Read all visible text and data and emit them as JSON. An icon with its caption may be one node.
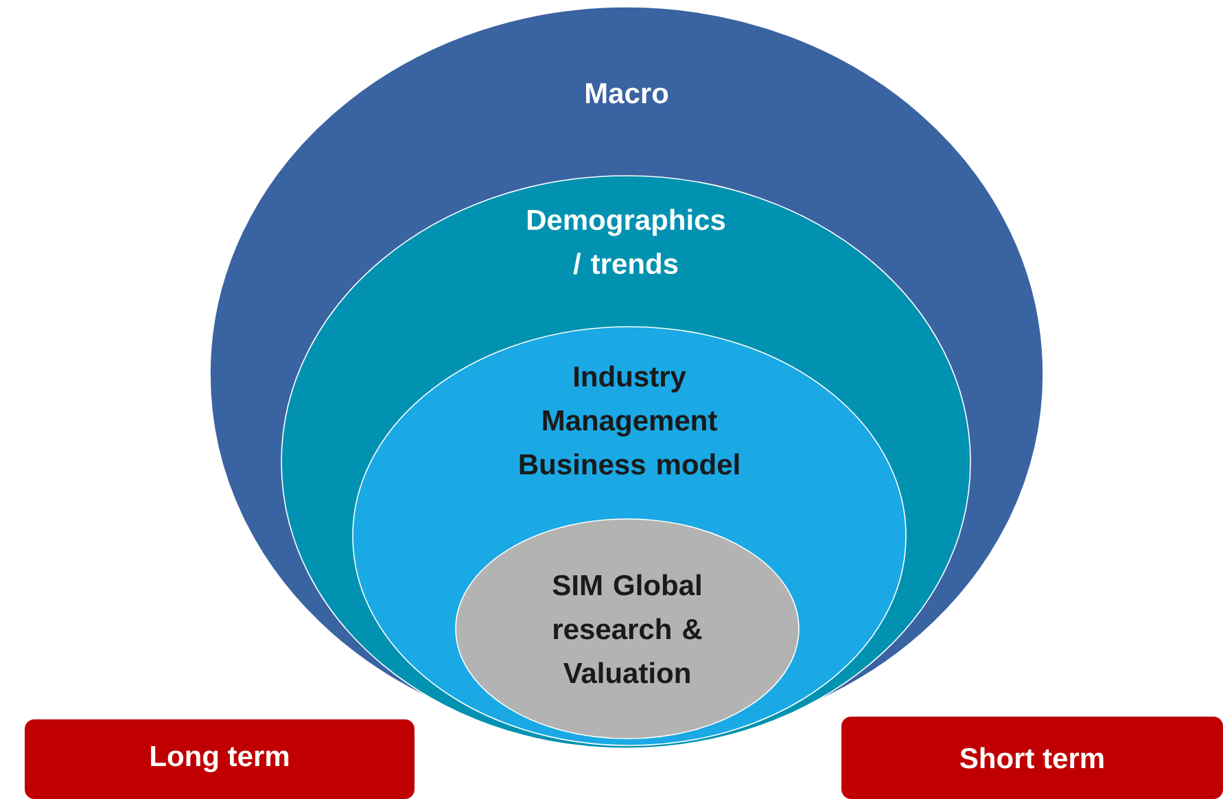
{
  "diagram": {
    "nodes": [
      {
        "text": [
          "Macro"
        ]
      },
      {
        "text": [
          "Demographics / trends"
        ],
        "in": 0
      },
      {
        "text": [
          "Industry Management Business model"
        ],
        "in": 1
      },
      {
        "text": [
          "SIM Global research & Valuation"
        ],
        "in": 2
      },
      {
        "text": [
          "Long term"
        ]
      },
      {
        "text": [
          "Short term"
        ]
      }
    ]
  }
}
